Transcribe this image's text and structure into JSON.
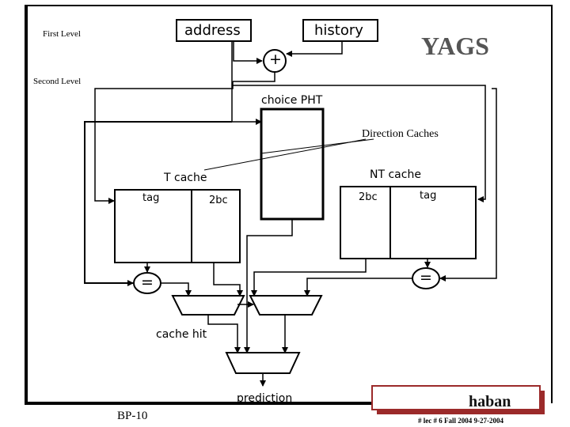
{
  "title": "YAGS",
  "labels": {
    "first_level": "First Level",
    "second_level": "Second Level",
    "direction_caches": "Direction Caches",
    "cache_hit": "cache hit",
    "prediction": "prediction"
  },
  "blocks": {
    "address": "address",
    "history": "history",
    "adder": "+",
    "choice_pht": "choice PHT",
    "t_cache": "T cache",
    "nt_cache": "NT cache",
    "tag": "tag",
    "twobc": "2bc",
    "equals": "="
  },
  "footer": {
    "slide_id": "BP-10",
    "logo_text": "haban",
    "course_line": "#  lec # 6   Fall 2004   9-27-2004"
  }
}
